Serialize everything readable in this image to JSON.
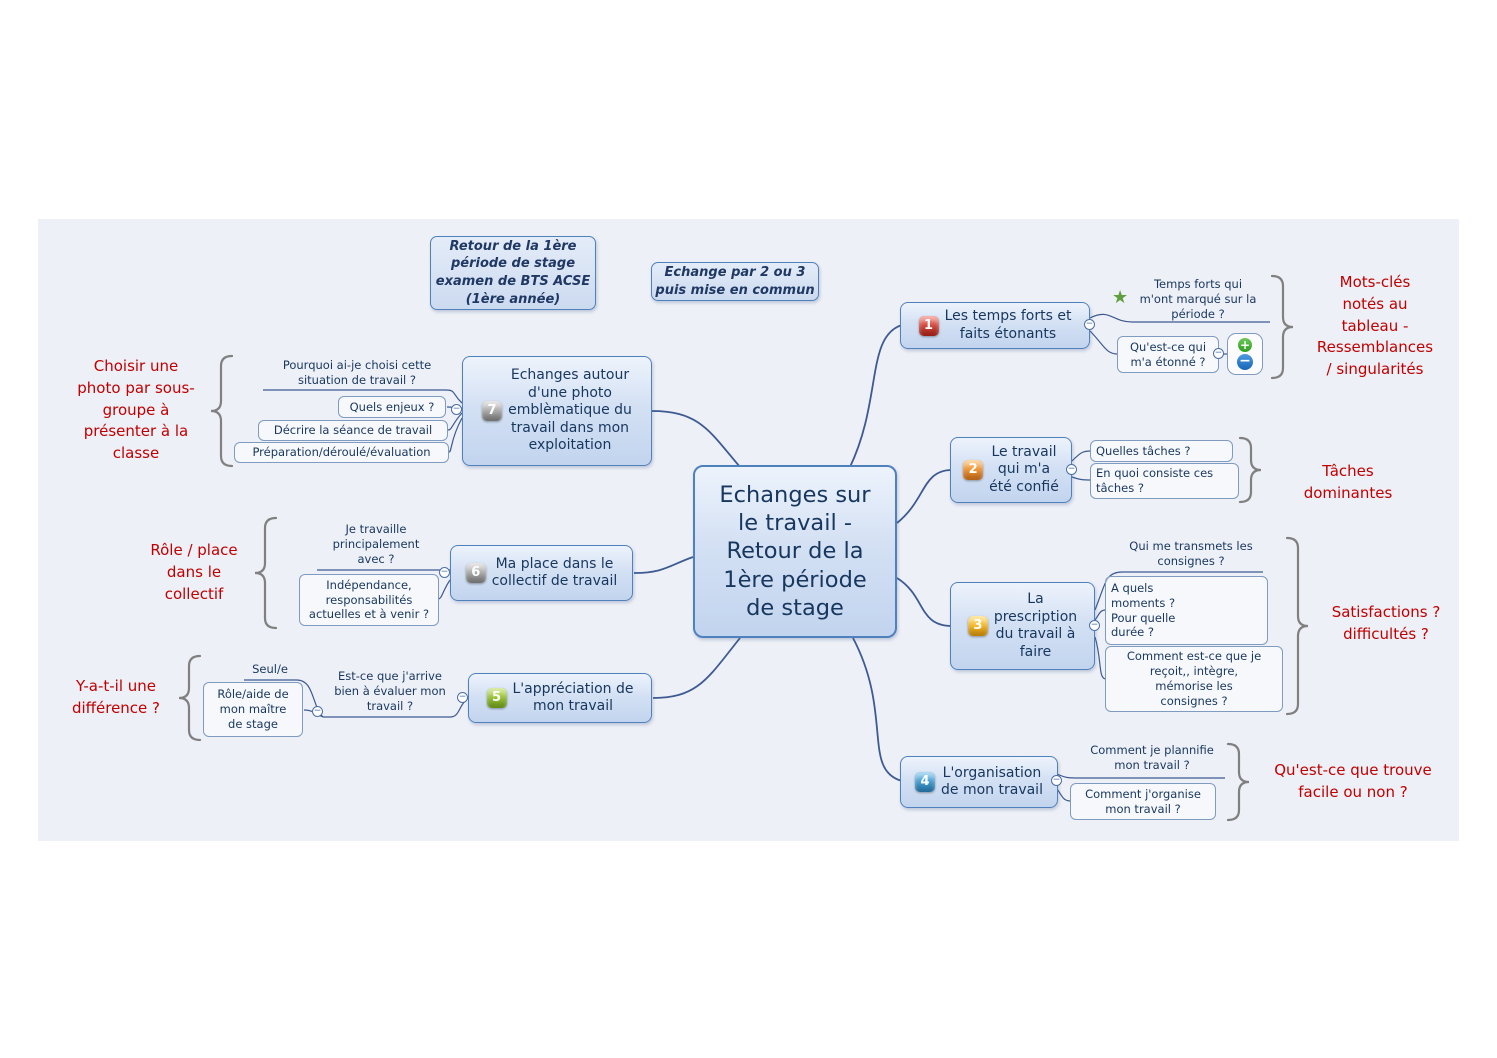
{
  "palette": {
    "node_border": "#4f81bd",
    "node_text": "#17375e",
    "connector": "#3d5a92",
    "annotation_red": "#c00000",
    "brace_gray": "#808080",
    "badge_colors": {
      "1": "#d93a2b",
      "2": "#f08c1e",
      "3": "#f0a30a",
      "4": "#2d8ac7",
      "5": "#8fc126",
      "6": "#a6a6a6",
      "7": "#a6a6a6"
    }
  },
  "notes": [
    {
      "text": "Retour de la 1ère\npériode de stage\nexamen de BTS ACSE\n(1ère année)"
    },
    {
      "text": "Echange par 2 ou 3\npuis mise en commun"
    }
  ],
  "center": {
    "label": "Echanges sur\nle travail -\nRetour de la\n1ère période\nde stage"
  },
  "branches": {
    "temps_forts": {
      "badge": "1",
      "label": "Les temps forts et\nfaits étonants",
      "children": {
        "temps_forts_marque": "Temps forts qui\nm'ont marqué sur la\npériode ?",
        "etonne": "Qu'est-ce qui\nm'a étonné ?"
      },
      "annotation": "Mots-clés\nnotés au\ntableau -\nRessemblances\n/ singularités"
    },
    "travail_confie": {
      "badge": "2",
      "label": "Le travail\nqui m'a\nété confié",
      "children": {
        "quelles_taches": "Quelles tâches ?",
        "en_quoi": "En quoi consiste ces\ntâches ?"
      },
      "annotation": "Tâches dominantes"
    },
    "prescription": {
      "badge": "3",
      "label": "La\nprescription\ndu travail à\nfaire",
      "children": {
        "qui_transmet": "Qui me transmets les\nconsignes ?",
        "quels_moments": "A quels\nmoments ?\nPour quelle\ndurée ?",
        "comment_recois": "Comment est-ce que je\nreçoit,, intègre,\nmémorise les\nconsignes ?"
      },
      "annotation": "Satisfactions ?\ndifficultés ?"
    },
    "organisation": {
      "badge": "4",
      "label": "L'organisation\nde mon travail",
      "children": {
        "planifie": "Comment je plannifie\nmon travail ?",
        "organise": "Comment j'organise\nmon travail ?"
      },
      "annotation": "Qu'est-ce que trouve\nfacile ou non ?"
    },
    "appreciation": {
      "badge": "5",
      "label": "L'appréciation de\nmon travail",
      "children": {
        "evaluer": "Est-ce que j'arrive\nbien à évaluer mon\ntravail ?",
        "seul": "Seul/e",
        "role_maitre": "Rôle/aide de\nmon maître\nde stage"
      },
      "annotation": "Y-a-t-il une\ndifférence ?"
    },
    "place_collectif": {
      "badge": "6",
      "label": "Ma place dans le\ncollectif de travail",
      "children": {
        "travaille_avec": "Je travaille\nprincipalement\navec ?",
        "independance": "Indépendance,\nresponsabilités\nactuelles et à venir ?"
      },
      "annotation": "Rôle  / place\ndans le\ncollectif"
    },
    "photo": {
      "badge": "7",
      "label": "Echanges autour\nd'une photo\nemblèmatique du\ntravail dans mon\nexploitation",
      "children": {
        "pourquoi_photo": "Pourquoi ai-je choisi cette\nsituation de travail ?",
        "enjeux": "Quels enjeux ?",
        "decrire": "Décrire la séance de travail",
        "preparation": "Préparation/déroulé/évaluation"
      },
      "annotation": "Choisir une\nphoto par sous-\ngroupe à\nprésenter à la\nclasse"
    }
  },
  "markers": {
    "collapse": "−",
    "star": "★",
    "plus": "+",
    "minus": "−"
  }
}
